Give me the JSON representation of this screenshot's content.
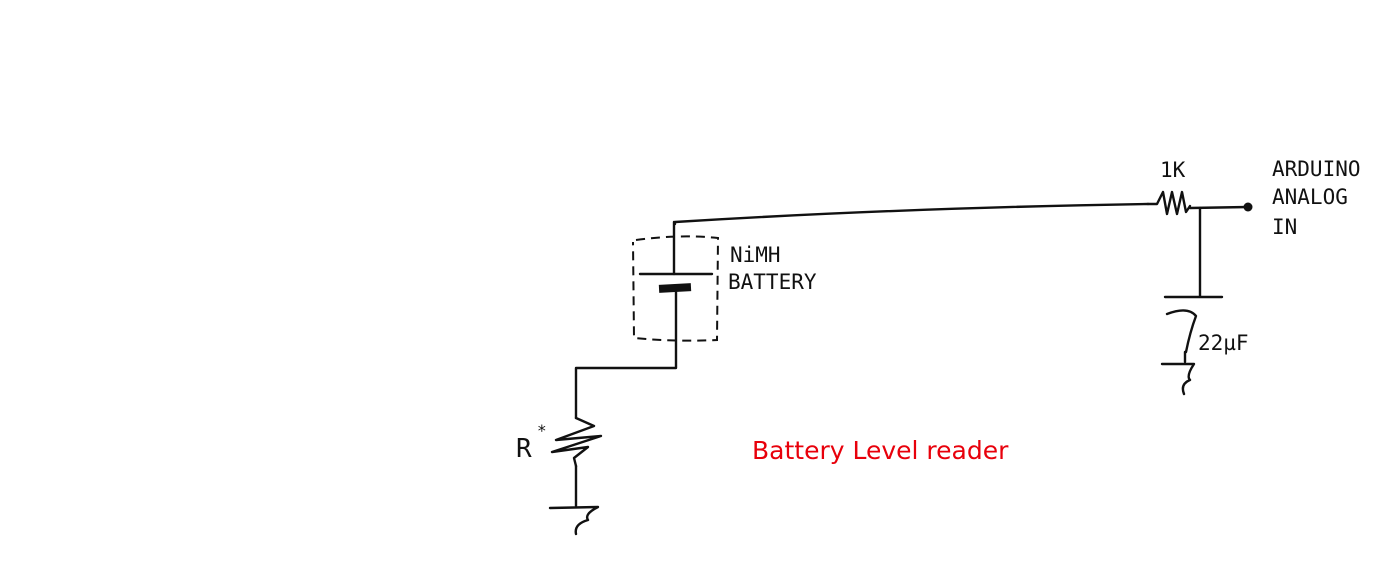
{
  "caption": "Battery Level reader",
  "labels": {
    "resistor_1k": "1K",
    "battery_line1": "NiMH",
    "battery_line2": "BATTERY",
    "arduino_line1": "ARDUINO",
    "arduino_line2": "ANALOG",
    "arduino_line3": "IN",
    "capacitor": "22µF",
    "resistor_r": "R",
    "resistor_r_mark": "*"
  },
  "colors": {
    "ink": "#111111",
    "caption": "#e8000b",
    "background": "#ffffff"
  }
}
